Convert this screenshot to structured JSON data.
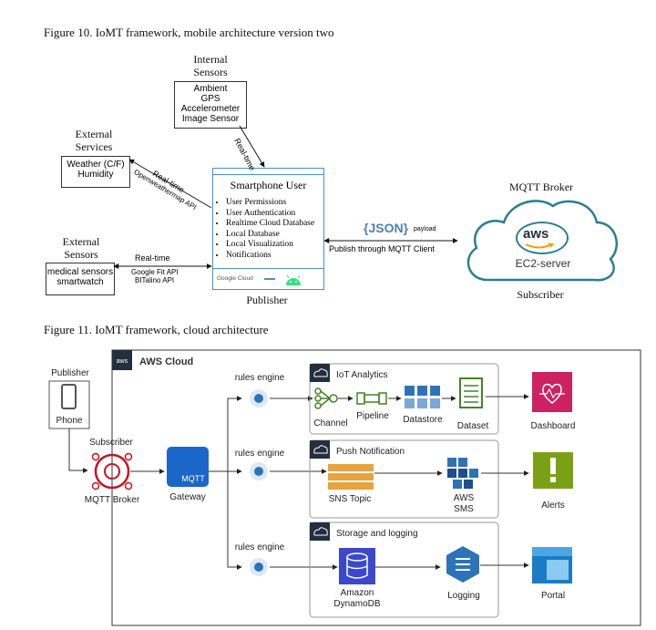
{
  "figure10": {
    "caption": "Figure 10. IoMT framework, mobile architecture version two",
    "internal_sensors": {
      "title_line1": "Internal",
      "title_line2": "Sensors",
      "items": [
        "Ambient",
        "GPS",
        "Accelerometer",
        "Image Sensor"
      ]
    },
    "external_services": {
      "title_line1": "External",
      "title_line2": "Services",
      "items": [
        "Weather (C/F)",
        "Humidity"
      ]
    },
    "external_sensors": {
      "title_line1": "External",
      "title_line2": "Sensors",
      "items": [
        "medical sensors",
        "smartwatch"
      ]
    },
    "phone": {
      "title": "Smartphone User",
      "features": [
        "User Permissions",
        "User Authentication",
        "Realtime Cloud Database",
        "Local Database",
        "Local Visualization",
        "Notifications"
      ],
      "google_cloud": "Google Cloud",
      "role": "Publisher"
    },
    "arrows": {
      "internal_realtime": "Real-time",
      "services_realtime": "Real-time",
      "services_api": "Openweathermap API",
      "sensors_realtime": "Real-time",
      "sensors_api1": "Google Fit API",
      "sensors_api2": "BITalino API",
      "json": "{JSON}",
      "payload": "payload",
      "publish": "Publish through MQTT Client"
    },
    "broker": {
      "title": "MQTT Broker",
      "aws": "aws",
      "server": "EC2-server",
      "role": "Subscriber"
    }
  },
  "figure11": {
    "caption": "Figure 11. IoMT framework, cloud architecture",
    "aws_badge": "aws",
    "aws_cloud": "AWS Cloud",
    "publisher": "Publisher",
    "phone": "Phone",
    "subscriber": "Subscriber",
    "mqtt_broker": "MQTT Broker",
    "mqtt": "MQTT",
    "gateway": "Gateway",
    "rules_engine": [
      "rules engine",
      "rules engine",
      "rules engine"
    ],
    "iot_analytics": {
      "title": "IoT Analytics",
      "channel": "Channel",
      "pipeline": "Pipeline",
      "datastore": "Datastore",
      "dataset": "Dataset"
    },
    "push_notification": {
      "title": "Push Notification",
      "sns": "SNS Topic",
      "aws_sms_line1": "AWS",
      "aws_sms_line2": "SMS"
    },
    "storage": {
      "title": "Storage and logging",
      "db_line1": "Amazon",
      "db_line2": "DynamoDB",
      "logging": "Logging"
    },
    "outputs": {
      "dashboard": "Dashboard",
      "alerts": "Alerts",
      "portal": "Portal"
    },
    "colors": {
      "aws_orange": "#232f3e",
      "iot_green": "#3f8624",
      "analytics_blue": "#2e73b8",
      "dashboard_pink": "#cc2264",
      "alerts_green": "#7aa116",
      "portal_blue": "#1b7bc6",
      "mqtt_purple": "#c7131f"
    }
  }
}
